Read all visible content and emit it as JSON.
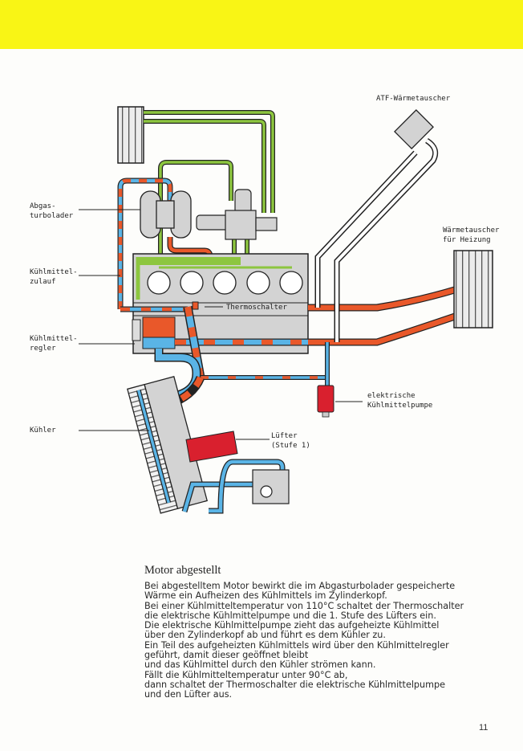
{
  "header": {
    "band_color": "#f9f515"
  },
  "diagram": {
    "colors": {
      "hot": "#e9582a",
      "cool": "#5ab4e6",
      "green": "#8dc63f",
      "metal": "#d3d3d3",
      "pump_red": "#d9202e"
    },
    "labels": {
      "atf": "ATF-Wärmetauscher",
      "heater": "Wärmetauscher\nfür Heizung",
      "turbo": "Abgas-\nturbolader",
      "coolant_supply": "Kühlmittel-\nzulauf",
      "thermoswitch": "Thermoschalter",
      "regulator": "Kühlmittel-\nregler",
      "pump": "elektrische\nKühlmittelpumpe",
      "radiator": "Kühler",
      "fan": "Lüfter\n(Stufe 1)"
    }
  },
  "section": {
    "title": "Motor abgestellt",
    "lines": [
      "Bei abgestelltem Motor bewirkt die im Abgasturbolader gespeicherte",
      "Wärme ein Aufheizen des Kühlmittels im Zylinderkopf.",
      "Bei einer Kühlmitteltemperatur von 110°C schaltet der Thermoschalter",
      "die elektrische Kühlmittelpumpe und die 1. Stufe des Lüfters ein.",
      "Die elektrische Kühlmittelpumpe zieht das aufgeheizte Kühlmittel",
      "über den Zylinderkopf ab und führt es dem Kühler zu.",
      "Ein Teil des aufgeheizten Kühlmittels wird über den Kühlmittelregler",
      "geführt, damit dieser geöffnet bleibt",
      "und das Kühlmittel durch den Kühler strömen kann.",
      "Fällt die Kühlmitteltemperatur unter 90°C ab,",
      "dann schaltet der Thermoschalter die elektrische Kühlmittelpumpe",
      "und den Lüfter aus."
    ]
  },
  "page_number": "11"
}
